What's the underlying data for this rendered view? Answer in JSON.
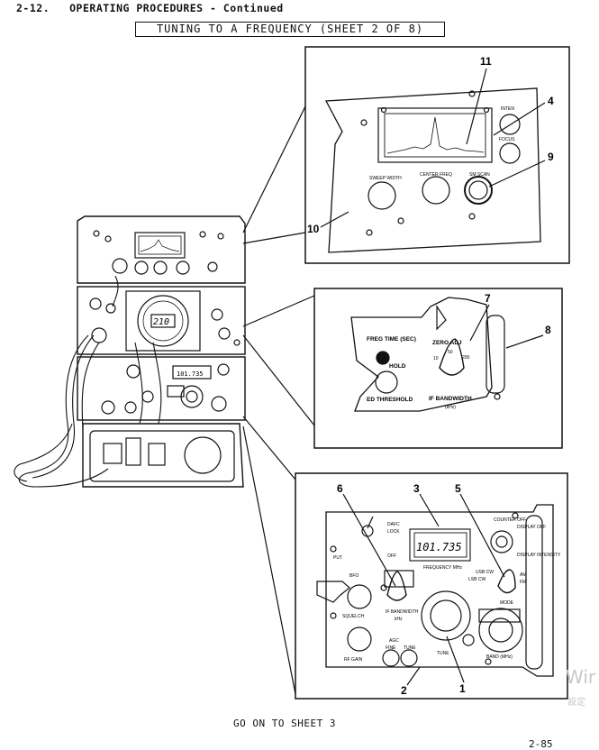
{
  "header": {
    "section_number": "2-12.",
    "section_title": "OPERATING PROCEDURES - Continued"
  },
  "sheet_title": "TUNING TO A FREQUENCY (SHEET 2 OF 8)",
  "detail_top": {
    "callouts": [
      "11",
      "4",
      "9",
      "10"
    ],
    "labels": {
      "inten": "INTEN",
      "focus": "FOCUS",
      "sweep_width": "SWEEP WIDTH",
      "center_freq": "CENTER FREQ",
      "sm_scan": "SM SCAN"
    }
  },
  "detail_middle": {
    "callouts": [
      "7",
      "8"
    ],
    "labels": {
      "freg_time": "FREG TIME (SEC)",
      "zero_adj": "ZERO ADJ",
      "hold": "HOLD",
      "threshold": "ED THRESHOLD",
      "if_bandwidth": "IF BANDWIDTH",
      "khz": "(kHz)",
      "dial_10": "10",
      "dial_50": "50",
      "dial_200": "200"
    }
  },
  "detail_bottom": {
    "callouts": [
      "6",
      "3",
      "5",
      "2",
      "1"
    ],
    "display_value": "101.735",
    "labels": {
      "frequency_mhz": "FREQUENCY MHz",
      "counter_off": "COUNTER OFF",
      "display_off": "DISPLAY OFF",
      "display_intensity": "DISPLAY INTENSITY",
      "mode": "MODE",
      "usb_cw": "USB CW",
      "lsb_cw": "LSB CW",
      "am": "AM",
      "fm": "FM",
      "dafc": "DAFC",
      "lock": "LOCK",
      "off": "OFF",
      "put": "PUT",
      "bfo": "BFO",
      "squelch": "SQUELCH",
      "if_bandwidth": "IF BANDWIDTH",
      "khz": "kHz",
      "agc": "AGC",
      "fine": "FINE",
      "tune": "TUNE",
      "tune_main": "TUNE",
      "rf_gain": "RF GAIN",
      "band_mhz": "BAND (MHz)"
    }
  },
  "equipment": {
    "small_display": "101.735",
    "dial_digits": "210"
  },
  "footer": "GO ON TO SHEET 3",
  "page_number": "2-85",
  "watermark": {
    "line1": "Wir",
    "line2": "設定"
  }
}
